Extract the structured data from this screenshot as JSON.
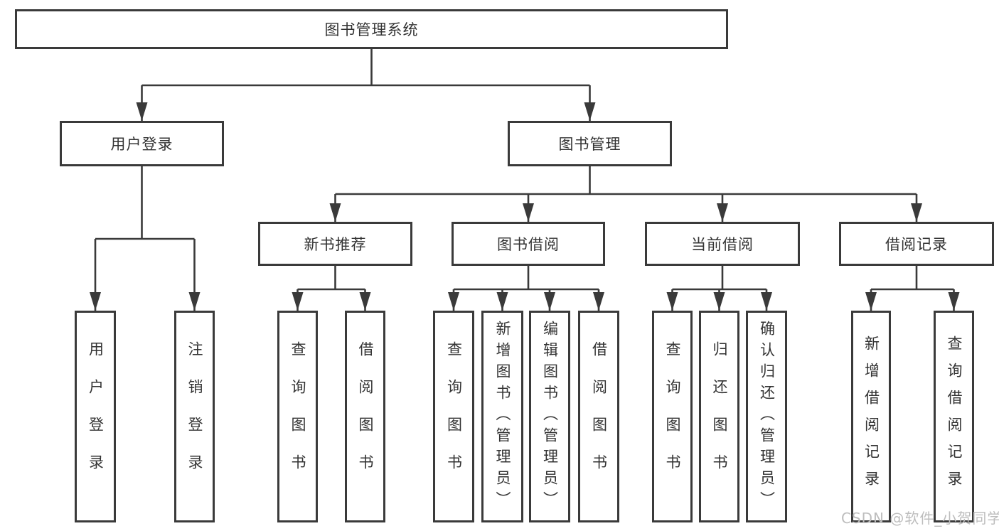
{
  "colors": {
    "line": "#3a3a3a",
    "text": "#333333",
    "box_background": "#ffffff",
    "watermark": "#bdbdbd"
  },
  "diagram": {
    "root": {
      "label": "图书管理系统"
    },
    "level2": {
      "user_login": {
        "label": "用户登录"
      },
      "book_management": {
        "label": "图书管理"
      }
    },
    "level3": {
      "new_book_recommend": {
        "label": "新书推荐"
      },
      "book_borrow": {
        "label": "图书借阅"
      },
      "current_borrow": {
        "label": "当前借阅"
      },
      "borrow_records": {
        "label": "借阅记录"
      }
    },
    "leaves": {
      "user_login": {
        "label": "用户登录"
      },
      "logout": {
        "label": "注销登录"
      },
      "nb_query_books": {
        "label": "查询图书"
      },
      "nb_borrow_books": {
        "label": "借阅图书"
      },
      "bb_query_books": {
        "label": "查询图书"
      },
      "bb_add_books": {
        "label": "新增图书（管理员）"
      },
      "bb_edit_books": {
        "label": "编辑图书（管理员）"
      },
      "bb_borrow_books": {
        "label": "借阅图书"
      },
      "cb_query_books": {
        "label": "查询图书"
      },
      "cb_return_books": {
        "label": "归还图书"
      },
      "cb_confirm_return": {
        "label": "确认归还（管理员）"
      },
      "br_add_record": {
        "label": "新增借阅记录"
      },
      "br_query_record": {
        "label": "查询借阅记录"
      }
    },
    "watermark": "CSDN @软件_小贺同学"
  }
}
